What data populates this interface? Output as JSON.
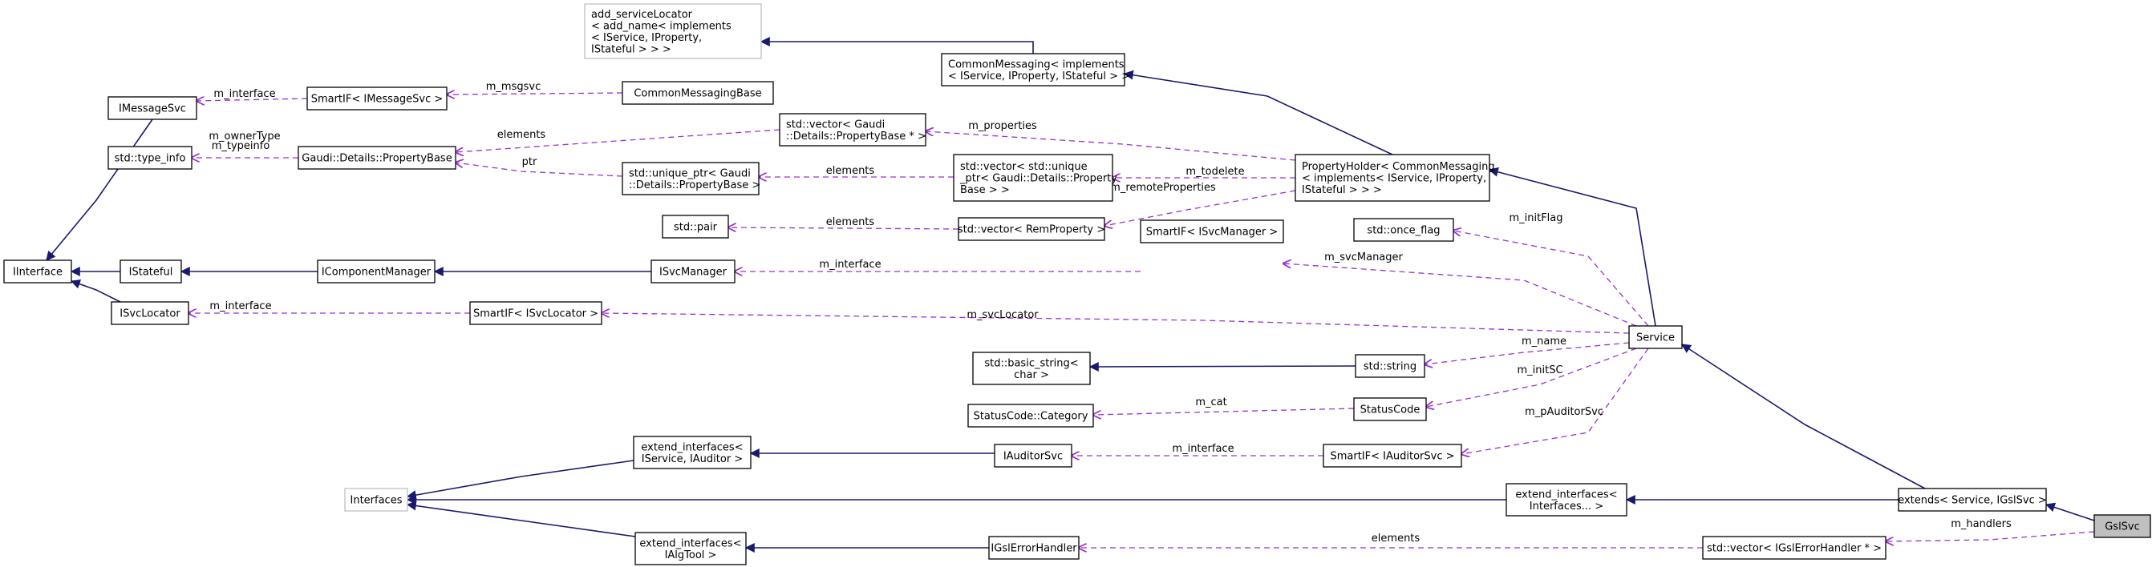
{
  "colors": {
    "inheritance_edge": "#191970",
    "member_edge": "#9a32cd",
    "node_border": "#000000",
    "external_node_border": "#bfbfbf",
    "focus_node_fill": "#bfbfbf"
  },
  "nodes": {
    "add_serviceLocator": [
      "add_serviceLocator",
      "< add_name< implements",
      "< IService, IProperty,",
      "IStateful > > >"
    ],
    "CommonMessaging": [
      "CommonMessaging< implements",
      "< IService, IProperty, IStateful > >"
    ],
    "IMessageSvc": [
      "IMessageSvc"
    ],
    "SmartIF_IMessageSvc": [
      "SmartIF< IMessageSvc >"
    ],
    "CommonMessagingBase": [
      "CommonMessagingBase"
    ],
    "std_vector_PropertyBase": [
      "std::vector< Gaudi",
      "::Details::PropertyBase * >"
    ],
    "std_type_info": [
      "std::type_info"
    ],
    "PropertyBase": [
      "Gaudi::Details::PropertyBase"
    ],
    "std_unique_ptr": [
      "std::unique_ptr< Gaudi",
      "::Details::PropertyBase >"
    ],
    "std_vector_unique_ptr": [
      "std::vector< std::unique",
      "_ptr< Gaudi::Details::Property",
      "Base > >"
    ],
    "PropertyHolder": [
      "PropertyHolder< CommonMessaging",
      "< implements< IService, IProperty,",
      "IStateful > > >"
    ],
    "std_pair": [
      "std::pair"
    ],
    "std_vector_RemProperty": [
      "std::vector< RemProperty >"
    ],
    "std_once_flag": [
      "std::once_flag"
    ],
    "IInterface": [
      "IInterface"
    ],
    "IStateful": [
      "IStateful"
    ],
    "IComponentManager": [
      "IComponentManager"
    ],
    "ISvcManager": [
      "ISvcManager"
    ],
    "SmartIF_ISvcManager": [
      "SmartIF< ISvcManager >"
    ],
    "ISvcLocator": [
      "ISvcLocator"
    ],
    "SmartIF_ISvcLocator": [
      "SmartIF< ISvcLocator >"
    ],
    "Service": [
      "Service"
    ],
    "std_basic_string": [
      "std::basic_string<",
      "char >"
    ],
    "std_string": [
      "std::string"
    ],
    "StatusCode_Category": [
      "StatusCode::Category"
    ],
    "StatusCode": [
      "StatusCode"
    ],
    "extend_interfaces_IService_IAuditor": [
      "extend_interfaces<",
      "IService, IAuditor >"
    ],
    "IAuditorSvc": [
      "IAuditorSvc"
    ],
    "SmartIF_IAuditorSvc": [
      "SmartIF< IAuditorSvc >"
    ],
    "Interfaces": [
      "Interfaces"
    ],
    "extend_interfaces_Interfaces": [
      "extend_interfaces<",
      "Interfaces... >"
    ],
    "extends_Service_IGslSvc": [
      "extends< Service, IGslSvc >"
    ],
    "GslSvc": [
      "GslSvc"
    ],
    "extend_interfaces_IAlgTool": [
      "extend_interfaces<",
      "IAlgTool >"
    ],
    "IGslErrorHandler": [
      "IGslErrorHandler"
    ],
    "std_vector_IGslErrorHandler": [
      "std::vector< IGslErrorHandler * >"
    ]
  },
  "edge_labels": {
    "m_interface_msg": "m_interface",
    "m_msgsvc": "m_msgsvc",
    "m_ownerType": "m_ownerType",
    "m_typeinfo": "m_typeinfo",
    "elements_pb": "elements",
    "ptr": "ptr",
    "elements_up": "elements",
    "m_properties": "m_properties",
    "m_todelete": "m_todelete",
    "m_remoteProperties": "m_remoteProperties",
    "elements_pair": "elements",
    "m_initFlag": "m_initFlag",
    "m_interface_svcmgr": "m_interface",
    "m_svcManager": "m_svcManager",
    "m_interface_svcloc": "m_interface",
    "m_svcLocator": "m_svcLocator",
    "m_name": "m_name",
    "m_initSC": "m_initSC",
    "m_cat": "m_cat",
    "m_pAuditorSvc": "m_pAuditorSvc",
    "m_interface_aud": "m_interface",
    "elements_gsl": "elements",
    "m_handlers": "m_handlers"
  }
}
